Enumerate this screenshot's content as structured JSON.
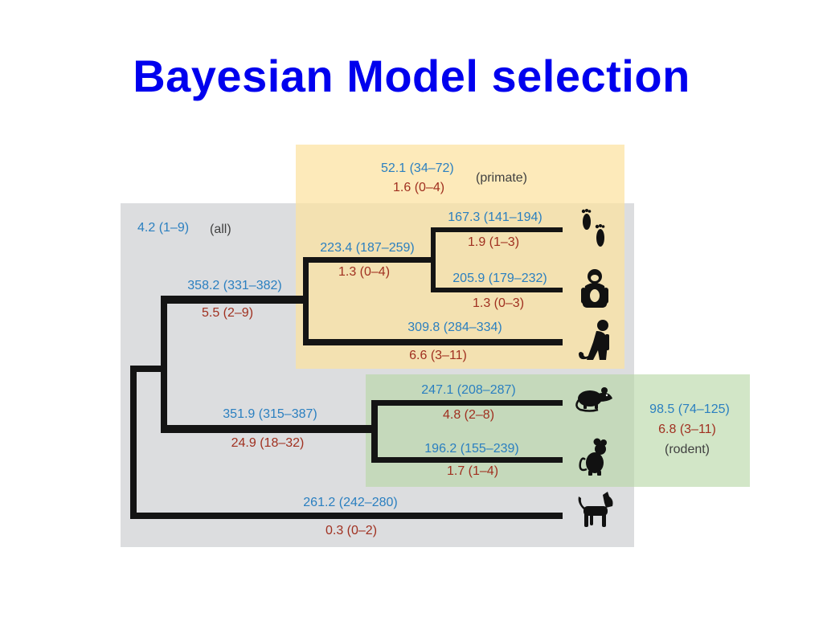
{
  "title": "Bayesian Model selection",
  "colors": {
    "title": "#0000ee",
    "blue_label": "#2a7fc0",
    "red_label": "#a03020",
    "all_region": "#dcdddf",
    "primate_region": "#fce2a0",
    "rodent_region": "#b6d6a4"
  },
  "regions": {
    "all": {
      "blue": "4.2 (1–9)",
      "tag": "(all)"
    },
    "primate": {
      "blue": "52.1 (34–72)",
      "red": "1.6 (0–4)",
      "tag": "(primate)"
    },
    "rodent": {
      "blue": "98.5 (74–125)",
      "red": "6.8 (3–11)",
      "tag": "(rodent)"
    }
  },
  "branches": {
    "human": {
      "blue": "167.3 (141–194)",
      "red": "1.9 (1–3)"
    },
    "great_ape_clade": {
      "blue": "223.4 (187–259)",
      "red": "1.3 (0–4)"
    },
    "chimp": {
      "blue": "205.9 (179–232)",
      "red": "1.3 (0–3)"
    },
    "primate_stem": {
      "blue": "358.2 (331–382)",
      "red": "5.5 (2–9)"
    },
    "macaque": {
      "blue": "309.8 (284–334)",
      "red": "6.6 (3–11)"
    },
    "rodent_stem": {
      "blue": "351.9 (315–387)",
      "red": "24.9 (18–32)"
    },
    "rat": {
      "blue": "247.1 (208–287)",
      "red": "4.8 (2–8)"
    },
    "mouse": {
      "blue": "196.2 (155–239)",
      "red": "1.7 (1–4)"
    },
    "dog": {
      "blue": "261.2 (242–280)",
      "red": "0.3 (0–2)"
    }
  },
  "icons": [
    "footprints-icon",
    "chimpanzee-icon",
    "macaque-icon",
    "rat-icon",
    "mouse-icon",
    "dog-icon"
  ]
}
